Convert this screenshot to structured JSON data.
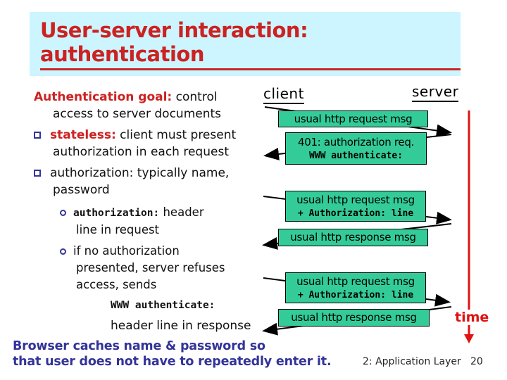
{
  "slide": {
    "title": "User-server interaction: authentication",
    "footer_section": "2: Application Layer",
    "footer_page": "20"
  },
  "left": {
    "goal_highlight": "Authentication goal:",
    "goal_text": "control\naccess to server documents",
    "bullet1_highlight": "stateless:",
    "bullet1_text": "client must present\nauthorization in each request",
    "bullet2_text": "authorization: typically name,\npassword",
    "sub1_mono": "authorization:",
    "sub1_text": "header\nline in request",
    "sub2_text": "if no authorization\npresented, server refuses\naccess, sends",
    "sub2_mono": "WWW authenticate:",
    "sub2_tail": "header line in response",
    "note": "Browser caches name & password so\nthat user does not have to repeatedly enter it."
  },
  "diagram": {
    "client_label": "client",
    "server_label": "server",
    "time_label": "time",
    "messages": [
      {
        "line1": "usual http request msg",
        "line2": ""
      },
      {
        "line1": "401: authorization req.",
        "line2": "WWW authenticate:"
      },
      {
        "line1": "usual http request msg",
        "line2": "+ Authorization: line"
      },
      {
        "line1": "usual http response msg",
        "line2": ""
      },
      {
        "line1": "usual http request msg",
        "line2": "+ Authorization: line"
      },
      {
        "line1": "usual http response msg",
        "line2": ""
      }
    ]
  },
  "colors": {
    "title_red": "#cc2222",
    "time_red": "#e01212",
    "box_teal": "#33cc99",
    "navy_blue": "#333399",
    "title_background": "#ccf5ff"
  }
}
